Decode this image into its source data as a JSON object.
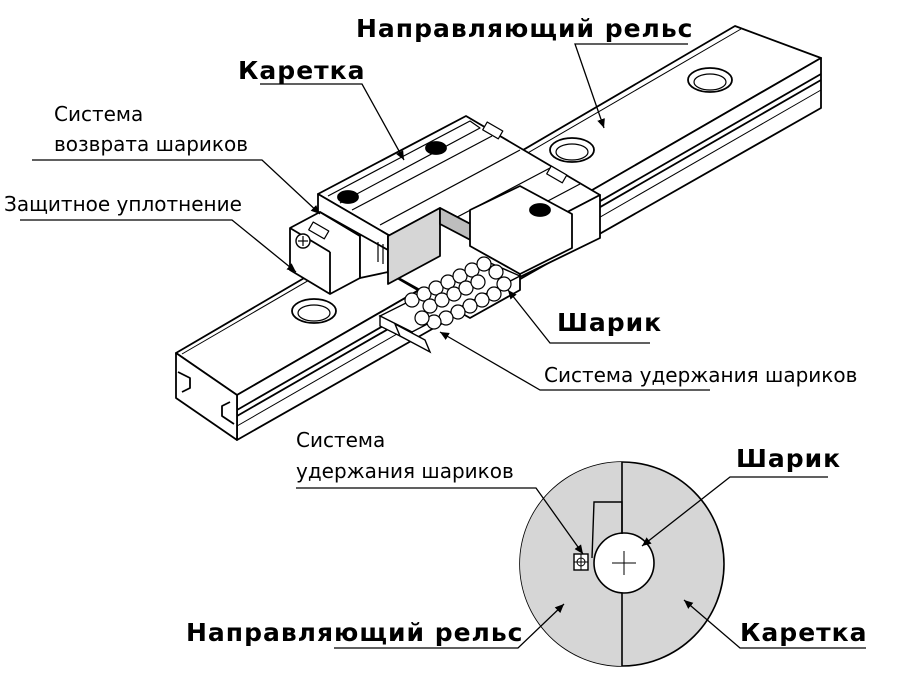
{
  "labels": {
    "rail_top": "Направляющий рельс",
    "carriage_top": "Каретка",
    "ball_return_line1": "Система",
    "ball_return_line2": "возврата шариков",
    "seal": "Защитное уплотнение",
    "ball_top": "Шарик",
    "retainer_top": "Система удержания шариков",
    "retainer_bottom_line1": "Система",
    "retainer_bottom_line2": "удержания шариков",
    "ball_bottom": "Шарик",
    "rail_bottom": "Направляющий рельс",
    "carriage_bottom": "Каретка"
  },
  "colors": {
    "line": "#000000",
    "fill_white": "#ffffff",
    "fill_gray": "#d6d6d6",
    "fill_dark": "#bdbdbd"
  }
}
